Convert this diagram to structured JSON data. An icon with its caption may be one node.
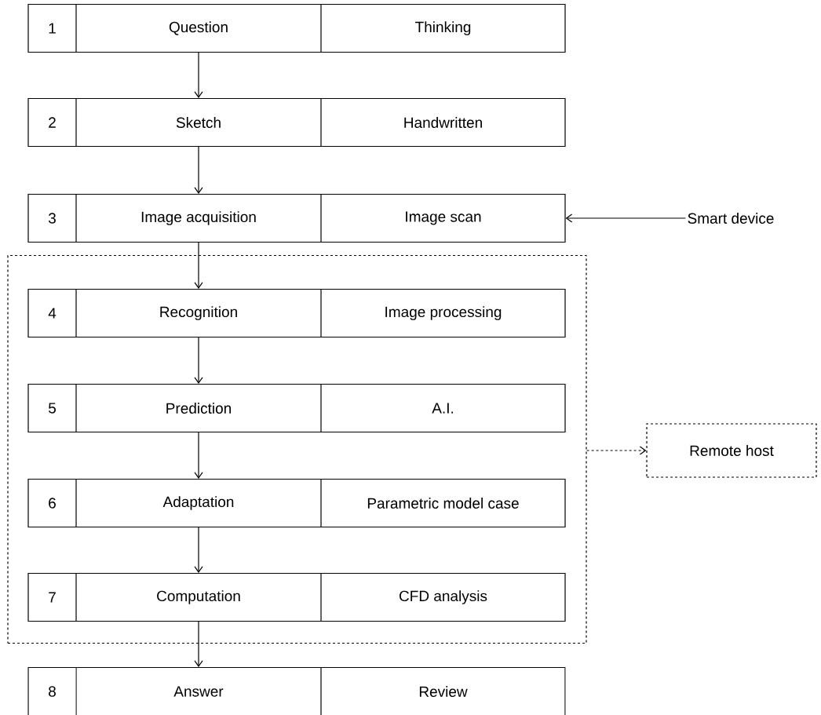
{
  "diagram": {
    "nodes": [
      {
        "text": [
          "1",
          "Question",
          "Thinking"
        ]
      },
      {
        "text": [
          "2",
          "Sketch",
          "Handwritten"
        ]
      },
      {
        "text": [
          "3",
          "Image acquisition",
          "Image scan"
        ]
      },
      {
        "text": [],
        "shape": "box"
      },
      {
        "text": [
          "4",
          "Recognition",
          "Image processing"
        ],
        "in": 3
      },
      {
        "text": [
          "5",
          "Prediction",
          "A.I."
        ],
        "in": 3
      },
      {
        "text": [
          "6",
          "Adaptation",
          "Parametric model case"
        ],
        "in": 3
      },
      {
        "text": [
          "7",
          "Computation",
          "CFD analysis"
        ],
        "in": 3
      },
      {
        "text": [
          "8",
          "Answer",
          "Review"
        ]
      },
      {
        "text": [
          "Smart device"
        ]
      },
      {
        "text": [
          "Remote host"
        ]
      }
    ],
    "edges": [
      {
        "from": 0,
        "to": 1,
        "arrow": "to"
      },
      {
        "from": 1,
        "to": 2,
        "arrow": "to"
      },
      {
        "from": 2,
        "to": 4,
        "arrow": "to"
      },
      {
        "from": 4,
        "to": 5,
        "arrow": "to"
      },
      {
        "from": 5,
        "to": 6,
        "arrow": "to"
      },
      {
        "from": 6,
        "to": 7,
        "arrow": "to"
      },
      {
        "from": 7,
        "to": 8,
        "arrow": "to"
      },
      {
        "from": 9,
        "to": 2,
        "arrow": "to"
      },
      {
        "from": 3,
        "to": 10,
        "arrow": "to",
        "style": "dashed"
      }
    ]
  }
}
